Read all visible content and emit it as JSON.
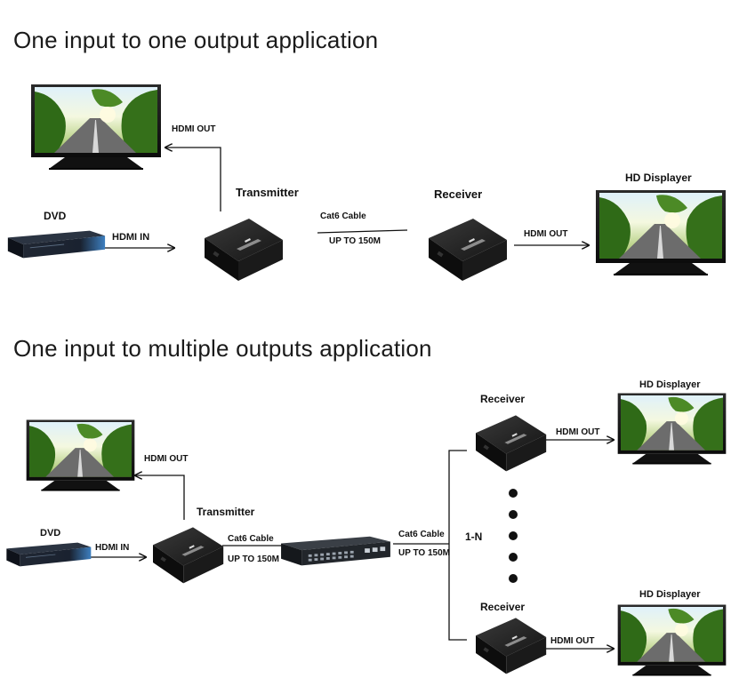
{
  "section1": {
    "title": "One input to one output application",
    "hdmi_out": "HDMI OUT",
    "transmitter": "Transmitter",
    "dvd": "DVD",
    "hdmi_in": "HDMI IN",
    "cable": "Cat6 Cable",
    "range": "UP TO 150M",
    "receiver": "Receiver",
    "hdmi_out_right": "HDMI OUT",
    "hd_displayer": "HD Displayer"
  },
  "section2": {
    "title": "One input to multiple outputs application",
    "hdmi_out": "HDMI OUT",
    "transmitter": "Transmitter",
    "dvd": "DVD",
    "hdmi_in": "HDMI IN",
    "cable_left": "Cat6 Cable",
    "range_left": "UP TO 150M",
    "cable_right": "Cat6 Cable",
    "range_right": "UP TO 150M",
    "one_to_n": "1-N",
    "receiver_top": "Receiver",
    "receiver_bottom": "Receiver",
    "hdmi_out_top": "HDMI OUT",
    "hdmi_out_bottom": "HDMI OUT",
    "hd_displayer_top": "HD Displayer",
    "hd_displayer_bottom": "HD Displayer"
  },
  "colors": {
    "device_body": "#1f1f1f",
    "screen_sky": "#bfe0f0",
    "foliage": "#3f7a1e",
    "road": "#6a6a6a"
  }
}
